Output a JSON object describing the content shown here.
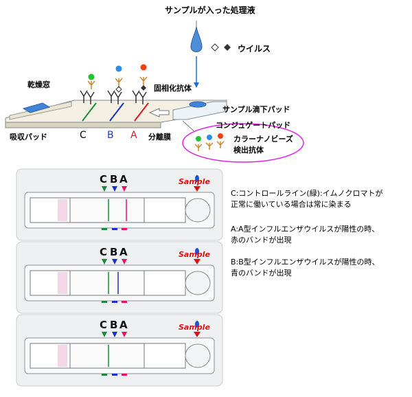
{
  "diagram": {
    "sample_liquid": "サンプルが入った処理液",
    "virus_label": "ウイルス",
    "virus_symbols": "◇ ◆",
    "dry_window": "乾燥窓",
    "solid_antibody": "固相化抗体",
    "sample_pad": "サンプル滴下パッド",
    "conjugate_pad": "コンジュゲートパッド",
    "absorb_pad": "吸収パッド",
    "line_c": "C",
    "line_b": "B",
    "line_a": "A",
    "membrane": "分離膜",
    "bead_label_1": "カラーナノビーズ",
    "bead_label_2": "検出抗体"
  },
  "cards": [
    {
      "c": "C",
      "b": "B",
      "a": "A",
      "sample": "Sample",
      "show_a": true,
      "show_b": false
    },
    {
      "c": "C",
      "b": "B",
      "a": "A",
      "sample": "Sample",
      "show_a": false,
      "show_b": true
    },
    {
      "c": "C",
      "b": "B",
      "a": "A",
      "sample": "Sample",
      "show_a": false,
      "show_b": false
    }
  ],
  "descriptions": {
    "c_line_1": "C:コントロールライン(緑):イムノクロマトが",
    "c_line_2": "正常に働いている場合は常に染まる",
    "a_line_1": "A:A型インフルエンザウイルスが陽性の時、",
    "a_line_2": "赤のバンドが出現",
    "b_line_1": "B:B型インフルエンザウイルスが陽性の時、",
    "b_line_2": "青のバンドが出現"
  },
  "colors": {
    "green": "#1a8a3a",
    "blue": "#1a2fd0",
    "red": "#e8106a",
    "magenta": "#e020e0"
  }
}
